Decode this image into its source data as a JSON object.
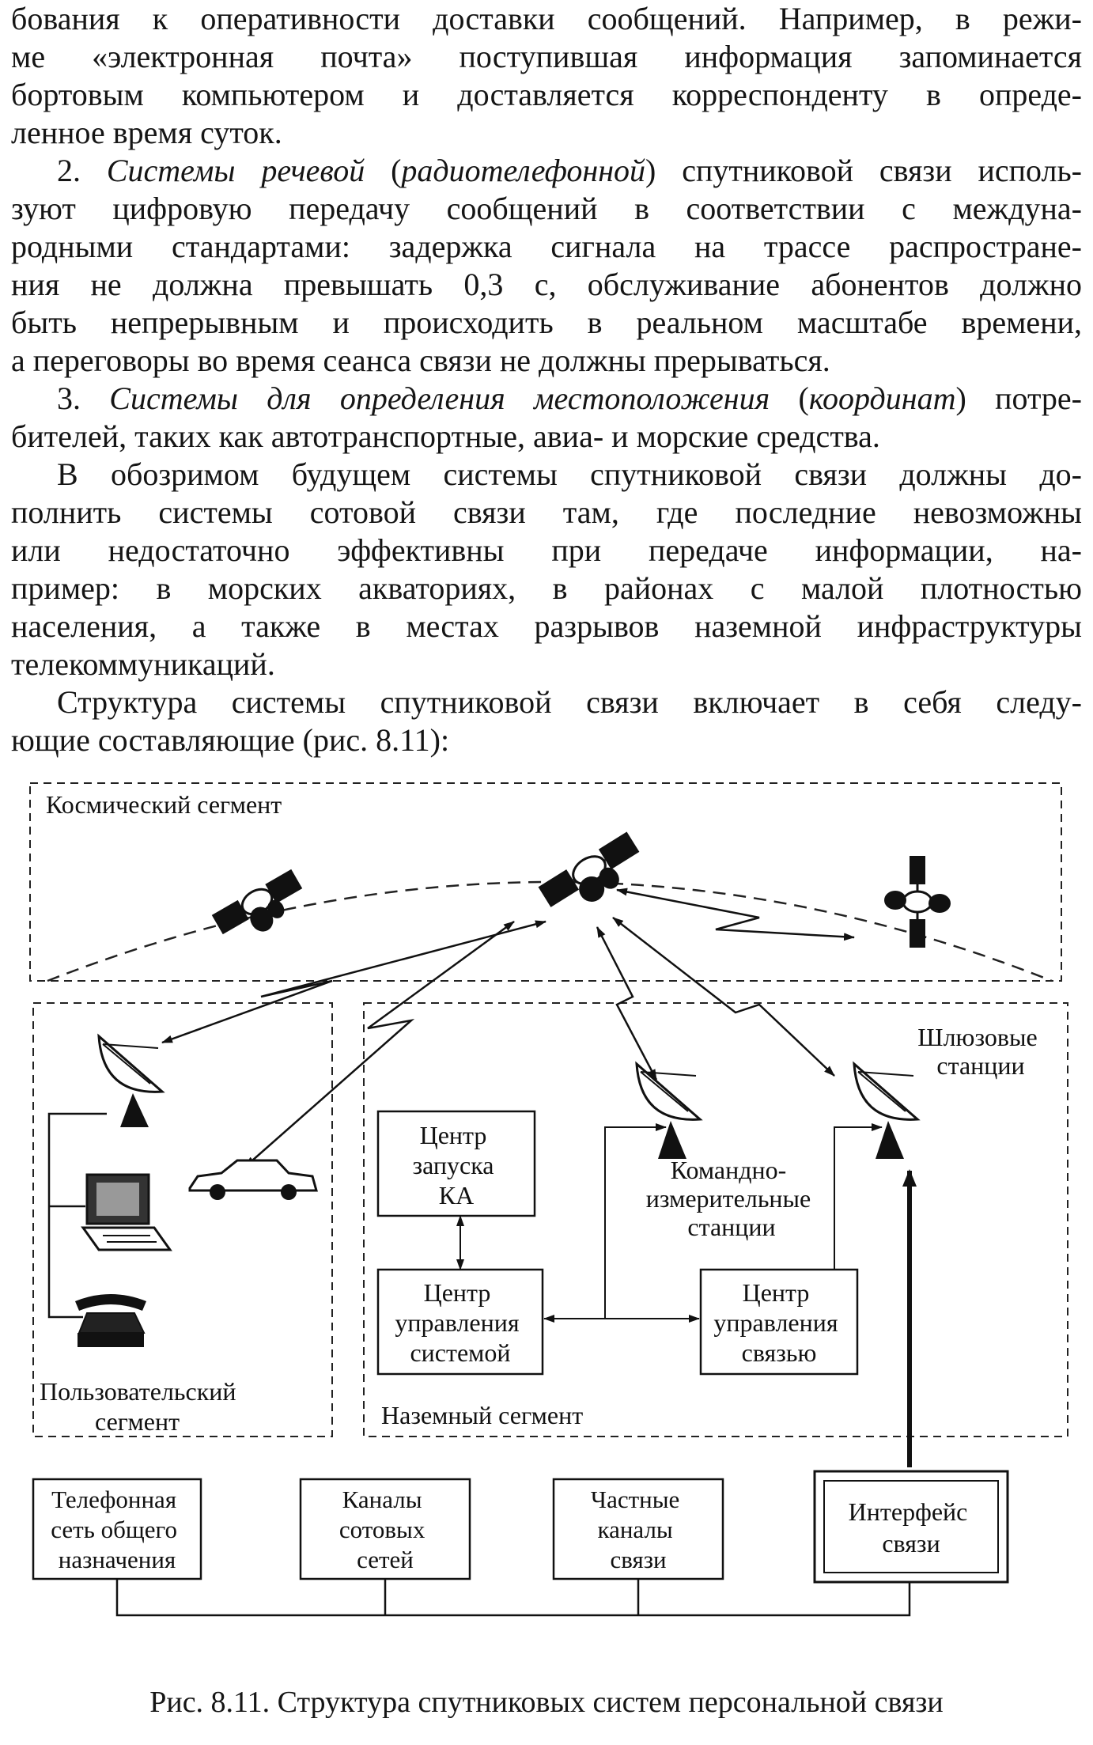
{
  "text": {
    "p1_lines": [
      "бования к оперативности доставки сообщений. Например, в режи-",
      "ме «электронная почта» поступившая информация запоминается",
      "бортовым компьютером и доставляется корреспонденту в опреде-",
      "ленное время суток."
    ],
    "p2": {
      "num": "2. ",
      "italic_a": "Системы речевой",
      "paren_open": " (",
      "italic_b": "радиотелефонной",
      "rest_first": ") спутниковой связи исполь-",
      "lines": [
        "зуют цифровую передачу сообщений в соответствии с междуна-",
        "родными стандартами: задержка сигнала на трассе распростране-",
        "ния не должна превышать 0,3 с, обслуживание абонентов должно",
        "быть непрерывным и происходить в реальном масштабе времени,",
        "а переговоры во время сеанса связи не должны прерываться."
      ]
    },
    "p3": {
      "num": "3. ",
      "italic_a": "Системы для определения местоположения",
      "paren_open": " (",
      "italic_b": "координат",
      "rest_first": ") потре-",
      "lines": [
        "бителей, таких как автотранспортные, авиа- и морские средства."
      ]
    },
    "p4_lines": [
      "В обозримом будущем системы спутниковой связи должны до-",
      "полнить системы сотовой связи там, где последние невозможны",
      "или недостаточно эффективны при передаче информации, на-",
      "пример: в морских акваториях, в районах с малой плотностью",
      "населения, а также в местах разрывов наземной инфраструктуры",
      "телекоммуникаций."
    ],
    "p5_lines": [
      "Структура системы спутниковой связи включает в себя следу-",
      "ющие составляющие (рис. 8.11):"
    ]
  },
  "diagram": {
    "space_segment": "Космический сегмент",
    "gateway_label": [
      "Шлюзовые",
      "станции"
    ],
    "launch_center": [
      "Центр",
      "запуска",
      "КА"
    ],
    "command_stations": [
      "Командно-",
      "измерительные",
      "станции"
    ],
    "system_control": [
      "Центр",
      "управления",
      "системой"
    ],
    "comm_control": [
      "Центр",
      "управления",
      "связью"
    ],
    "user_segment": [
      "Пользовательский",
      "сегмент"
    ],
    "ground_segment": "Наземный сегмент",
    "networks": [
      [
        "Телефонная",
        "сеть общего",
        "назначения"
      ],
      [
        "Каналы",
        "сотовых",
        "сетей"
      ],
      [
        "Частные",
        "каналы",
        "связи"
      ]
    ],
    "interface": [
      "Интерфейс",
      "связи"
    ],
    "icons": [
      "satellite-icon",
      "dish-antenna-icon",
      "computer-icon",
      "car-icon",
      "telephone-icon"
    ]
  },
  "caption": "Рис. 8.11. Структура спутниковых систем персональной связи"
}
